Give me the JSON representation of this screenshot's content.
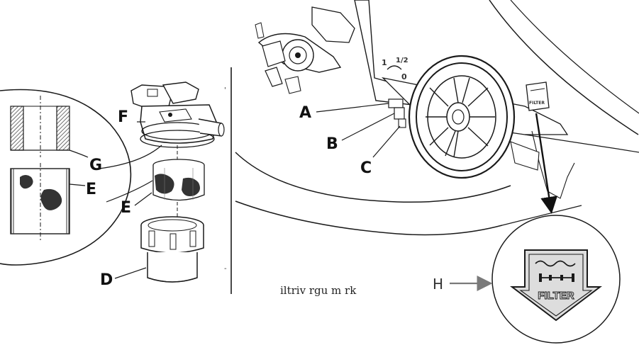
{
  "labels": {
    "a": "A",
    "b": "B",
    "c": "C",
    "d": "D",
    "e_detail": "E",
    "e_main": "E",
    "f": "F",
    "g": "G",
    "h": "H"
  },
  "caption": "iltriv rgu m rk",
  "plaque": {
    "filter_word": "FILTER",
    "small_tag": "FILTER"
  },
  "lever_marks": {
    "one": "1",
    "half": "1/2",
    "zero": "0"
  },
  "colors": {
    "ink": "#1a1a1a",
    "mesh": "#444444",
    "callout_arrow": "#7a7a7a",
    "plaque_bg": "#dddddd"
  }
}
